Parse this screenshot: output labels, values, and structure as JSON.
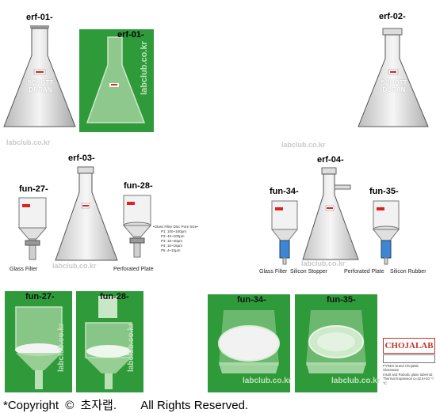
{
  "labels": {
    "erf01_a": "erf-01-",
    "erf01_b": "erf-01-",
    "erf02": "erf-02-",
    "erf03": "erf-03-",
    "erf04": "erf-04-",
    "fun27_a": "fun-27-",
    "fun28_a": "fun-28-",
    "fun34_a": "fun-34-",
    "fun35_a": "fun-35-",
    "fun27_b": "fun-27-",
    "fun28_b": "fun-28-",
    "fun34_b": "fun-34-",
    "fun35_b": "fun-35-"
  },
  "flask_print": {
    "line1": "SCHOTT",
    "line2": "DURAN"
  },
  "watermark": "labclub.co.kr",
  "captions": {
    "glass_filter_a": "Glass Filter",
    "perforated_plate_a": "Perforated Plate",
    "glass_filter_b": "Glass Filter",
    "silicon_stopper": "Silicon Stopper",
    "perforated_plate_b": "Perforated Plate",
    "silicon_rubber": "Silicon Rubber"
  },
  "pore_spec": {
    "title": "•Glass Filter Disc Pore Size•",
    "rows": [
      "P1: 100~160µm",
      "P2: 40~100µm",
      "P3: 16~40µm",
      "P4: 10~16µm",
      "P5: 4~10µm"
    ]
  },
  "brand": {
    "name": "CHOJALAB",
    "text": [
      "PYREX brand Chojalab Glassware",
      "Insoll and Robotic glass tube/rod",
      "Thermal Expansion α=32.5×10⁻⁷/℃"
    ]
  },
  "footer": {
    "mark": "*Copyright",
    "symbol": "©",
    "owner": "초자랩.",
    "rights": "All Rights Reserved."
  },
  "colors": {
    "photo_green": "#2f9a3a",
    "brand_red": "#c0362c",
    "glass_gray": "#d8d8d8"
  }
}
